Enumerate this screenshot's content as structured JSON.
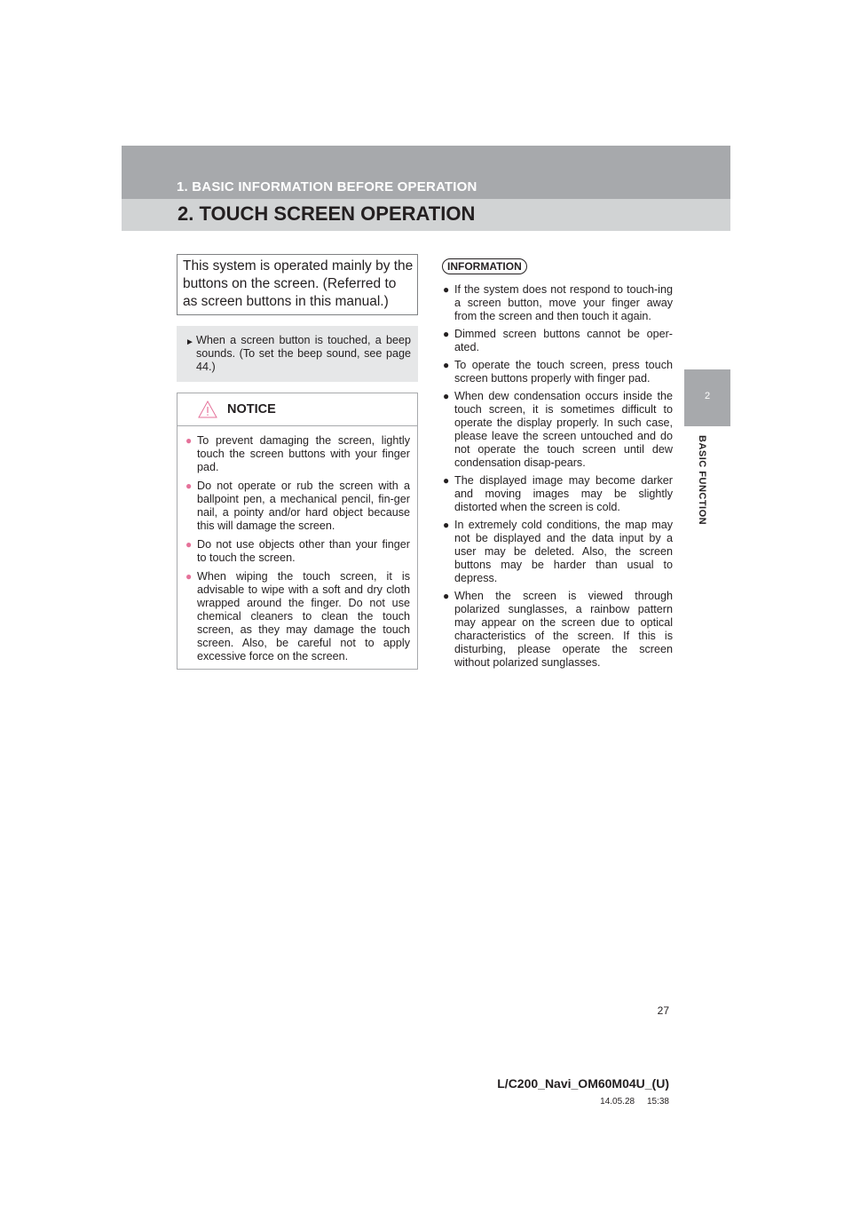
{
  "header": {
    "section": "1. BASIC INFORMATION BEFORE OPERATION",
    "title": "2. TOUCH SCREEN OPERATION"
  },
  "side_tab": {
    "number": "2",
    "label": "BASIC FUNCTION"
  },
  "intro": "This system is operated mainly by the buttons on the screen. (Referred to as screen buttons in this manual.)",
  "bullet": {
    "text": "When a screen button is touched, a beep sounds. (To set the beep sound, see page 44.)"
  },
  "notice": {
    "title": "NOTICE",
    "items": [
      "To prevent damaging the screen, lightly touch the screen buttons with your finger pad.",
      "Do not operate or rub the screen with a ballpoint pen, a mechanical pencil, fin-ger nail, a pointy and/or hard object because this will damage the screen.",
      "Do not use objects other than your finger to touch the screen.",
      "When wiping the touch screen, it is advisable to wipe with a soft and dry cloth wrapped around the finger. Do not use chemical cleaners to clean the touch screen, as they may damage the touch screen. Also, be careful not to apply excessive force on the screen."
    ]
  },
  "information": {
    "title": "INFORMATION",
    "items": [
      "If the system does not respond to touch-ing a screen button, move your finger away from the screen and then touch it again.",
      "Dimmed screen buttons cannot be oper-ated.",
      "To operate the touch screen, press touch screen buttons properly with finger pad.",
      "When dew condensation occurs inside the touch screen, it is sometimes difficult to operate the display properly. In such case, please leave the screen untouched and do not operate the touch screen until dew condensation disap-pears.",
      "The displayed image may become darker and moving images may be slightly distorted when the screen is cold.",
      "In extremely cold conditions, the map may not be displayed and the data input by a user may be deleted. Also, the screen buttons may be harder than usual to depress.",
      "When the screen is viewed through polarized sunglasses, a rainbow pattern may appear on the screen due to optical characteristics of the screen. If this is disturbing, please operate the screen without polarized sunglasses."
    ]
  },
  "footer": {
    "page_number": "27",
    "file_id": "L/C200_Navi_OM60M04U_(U)",
    "timestamp": "14.05.28     15:38"
  },
  "icons": {
    "notice": "warning-triangle-icon",
    "bullet": "triangle-bullet-icon",
    "item": "round-bullet-icon"
  },
  "colors": {
    "header_band": "#a7a9ac",
    "title_band": "#d1d3d4",
    "bullet_box": "#e6e7e8",
    "notice_bullet": "#e5729a"
  }
}
